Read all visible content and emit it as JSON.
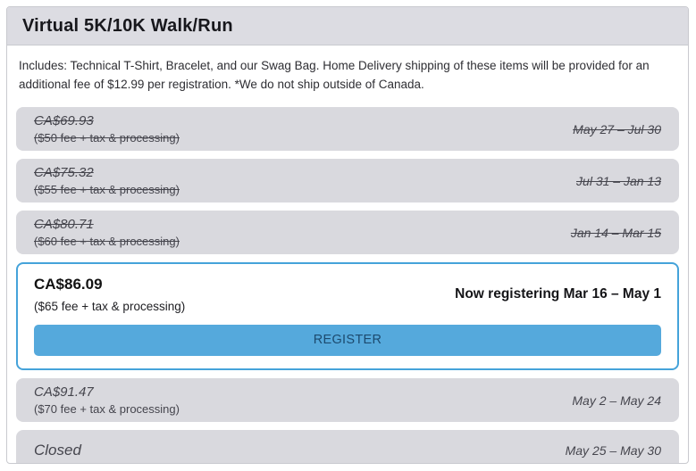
{
  "header": {
    "title": "Virtual 5K/10K Walk/Run"
  },
  "description": "Includes: Technical T-Shirt, Bracelet, and our Swag Bag. Home Delivery shipping of these items will be provided for an additional fee of $12.99 per registration. *We do not ship outside of Canada.",
  "tiers": [
    {
      "price": "CA$69.93",
      "detail": "($50 fee + tax & processing)",
      "dates": "May 27 – Jul 30",
      "status": "expired"
    },
    {
      "price": "CA$75.32",
      "detail": "($55 fee + tax & processing)",
      "dates": "Jul 31 – Jan 13",
      "status": "expired"
    },
    {
      "price": "CA$80.71",
      "detail": "($60 fee + tax & processing)",
      "dates": "Jan 14 – Mar 15",
      "status": "expired"
    },
    {
      "price": "CA$86.09",
      "detail": "($65 fee + tax & processing)",
      "dates": "Now registering Mar 16 – May 1",
      "status": "active",
      "button_label": "REGISTER"
    },
    {
      "price": "CA$91.47",
      "detail": "($70 fee + tax & processing)",
      "dates": "May 2 – May 24",
      "status": "upcoming"
    },
    {
      "price": "Closed",
      "detail": "",
      "dates": "May 25 – May 30",
      "status": "closed"
    }
  ],
  "colors": {
    "header_bg": "#dcdce2",
    "row_bg": "#d9d9de",
    "active_border": "#45a3da",
    "button_bg": "#55a9dc",
    "button_text": "#1c4a6e"
  }
}
